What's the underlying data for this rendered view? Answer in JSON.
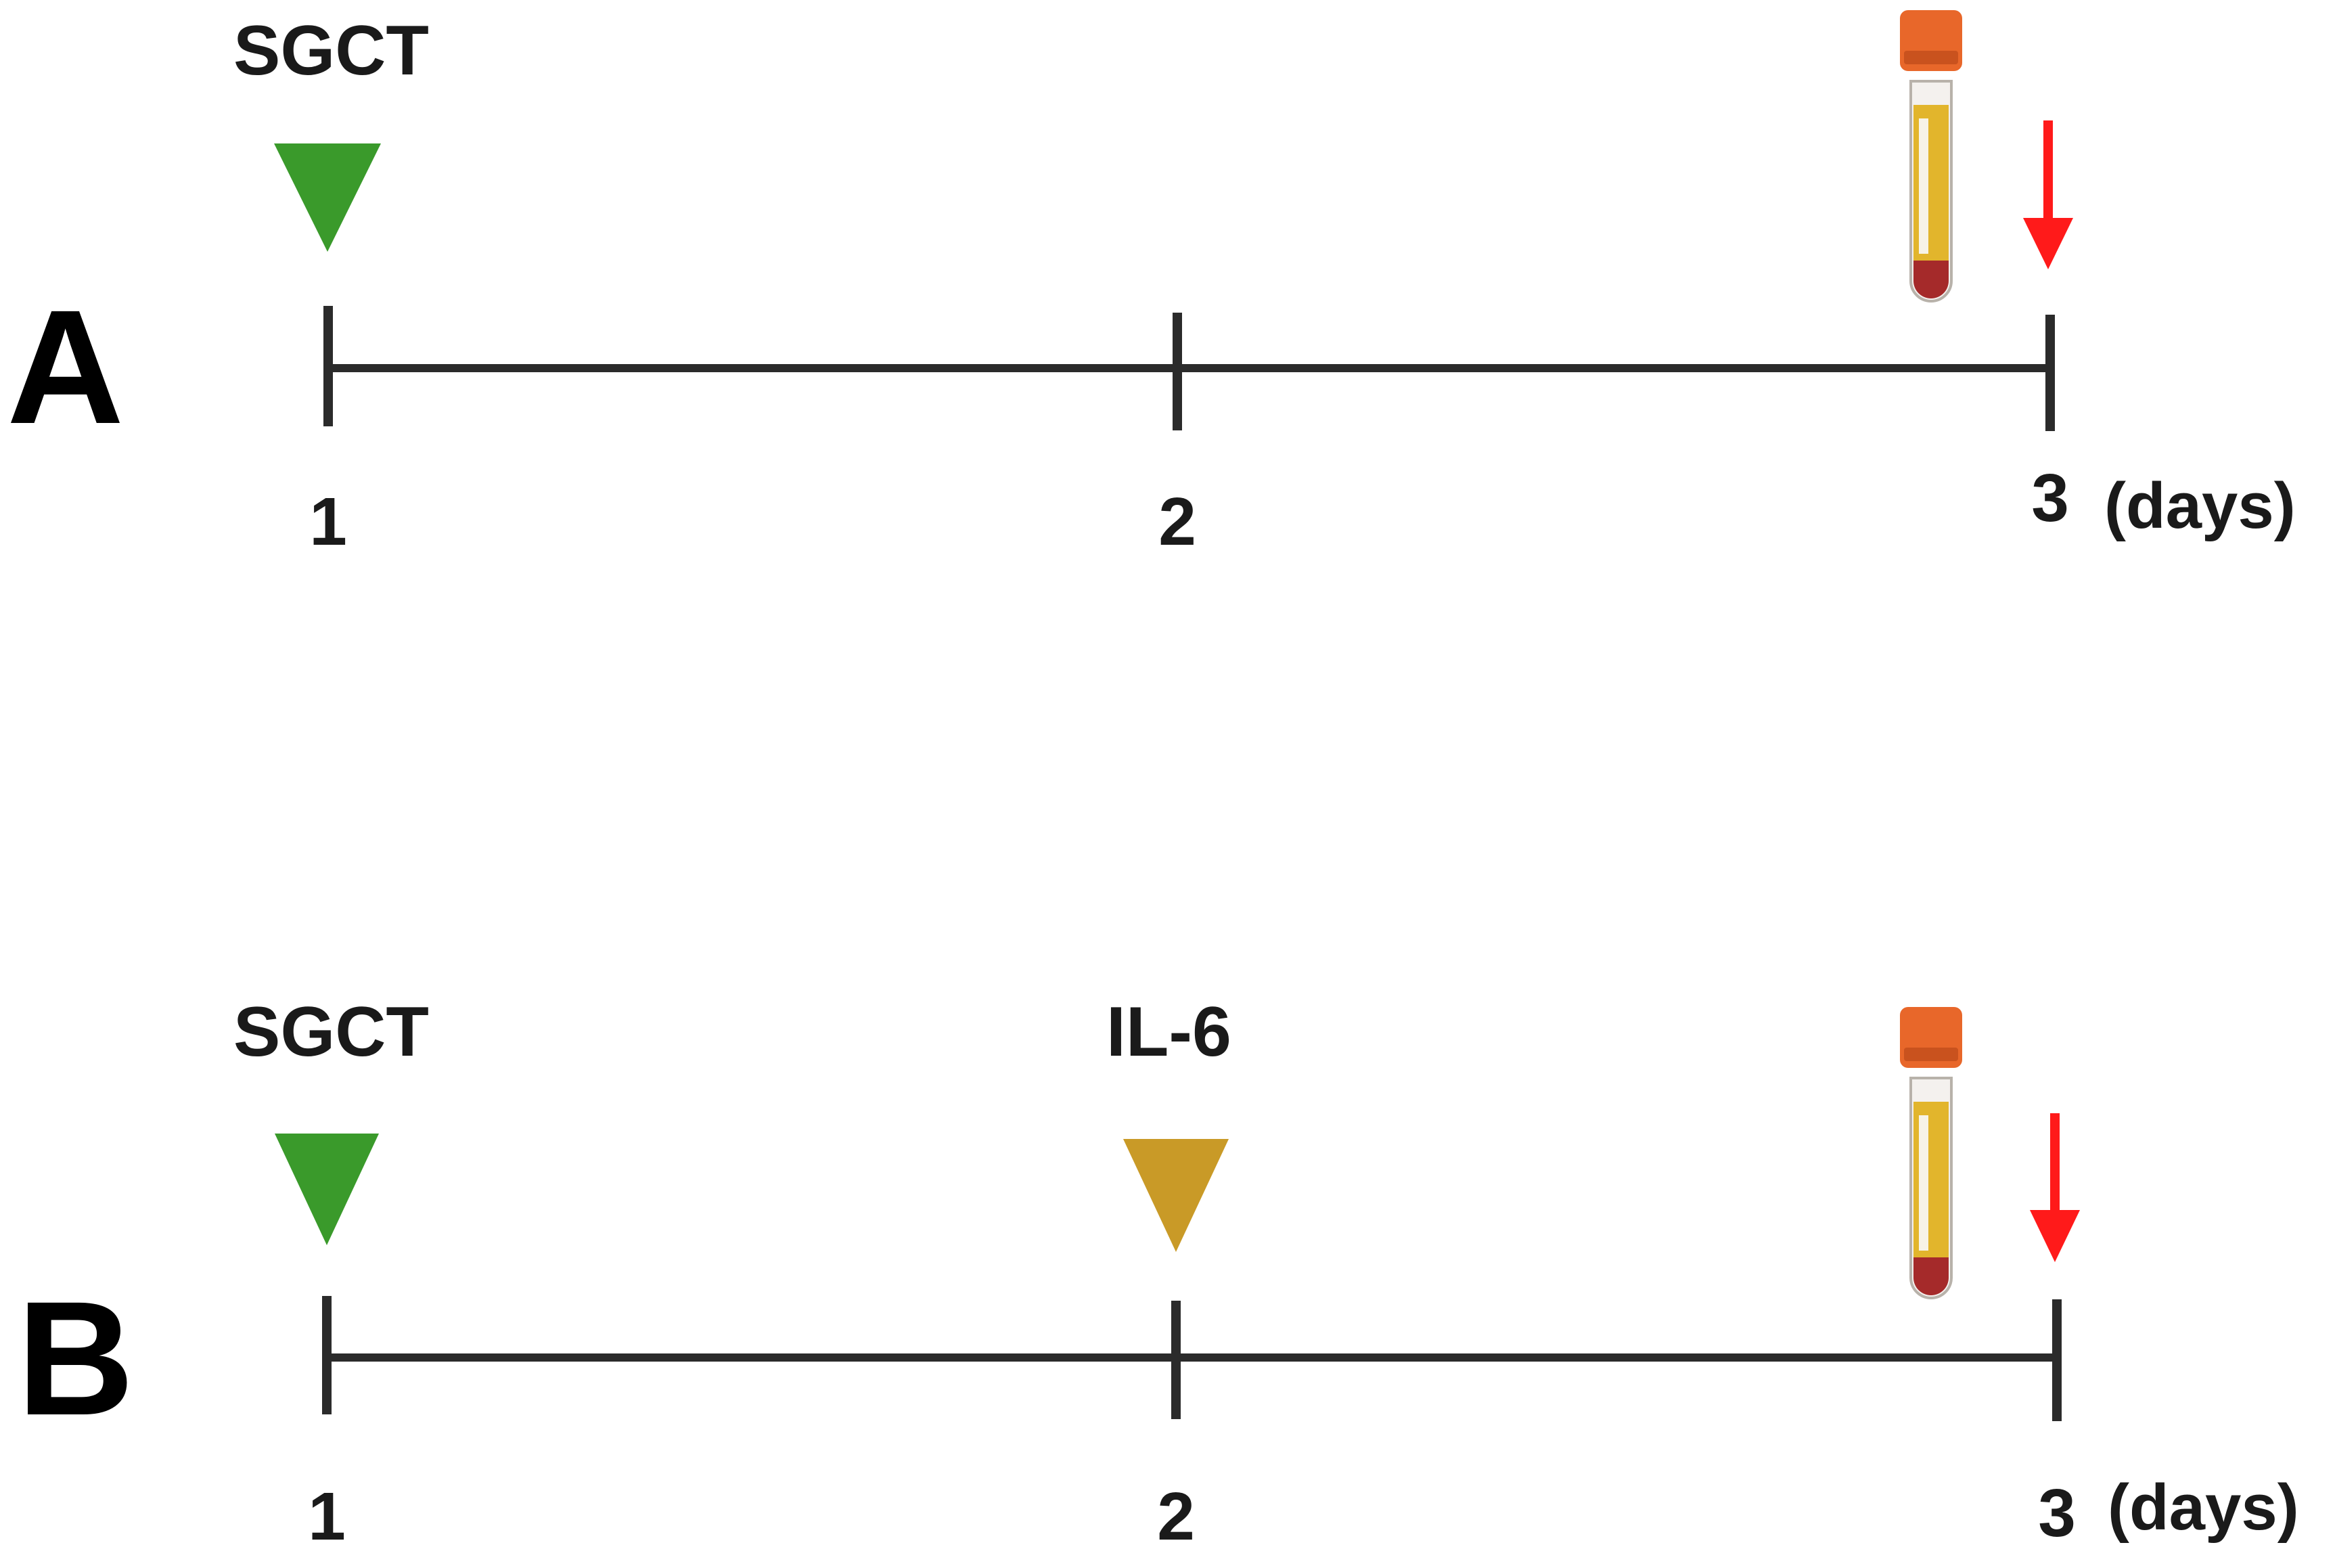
{
  "panels": [
    {
      "letter": "A",
      "unit": "(days)",
      "ticks": [
        "1",
        "2",
        "3"
      ],
      "events": [
        {
          "label": "SGCT",
          "day": 1,
          "color": "#3a9a2b"
        }
      ],
      "sample_day": 3
    },
    {
      "letter": "B",
      "unit": "(days)",
      "ticks": [
        "1",
        "2",
        "3"
      ],
      "events": [
        {
          "label": "SGCT",
          "day": 1,
          "color": "#3a9a2b"
        },
        {
          "label": "IL-6",
          "day": 2,
          "color": "#c99a27"
        }
      ],
      "sample_day": 3
    }
  ],
  "colors": {
    "axis": "#2b2b2b",
    "arrow": "#ff1a1a",
    "tube_cap": "#e8672a",
    "tube_serum": "#e2b52c",
    "tube_blood": "#a52a2a"
  },
  "icons": [
    "green-triangle-marker-icon",
    "gold-triangle-marker-icon",
    "blood-tube-icon",
    "red-down-arrow-icon"
  ]
}
